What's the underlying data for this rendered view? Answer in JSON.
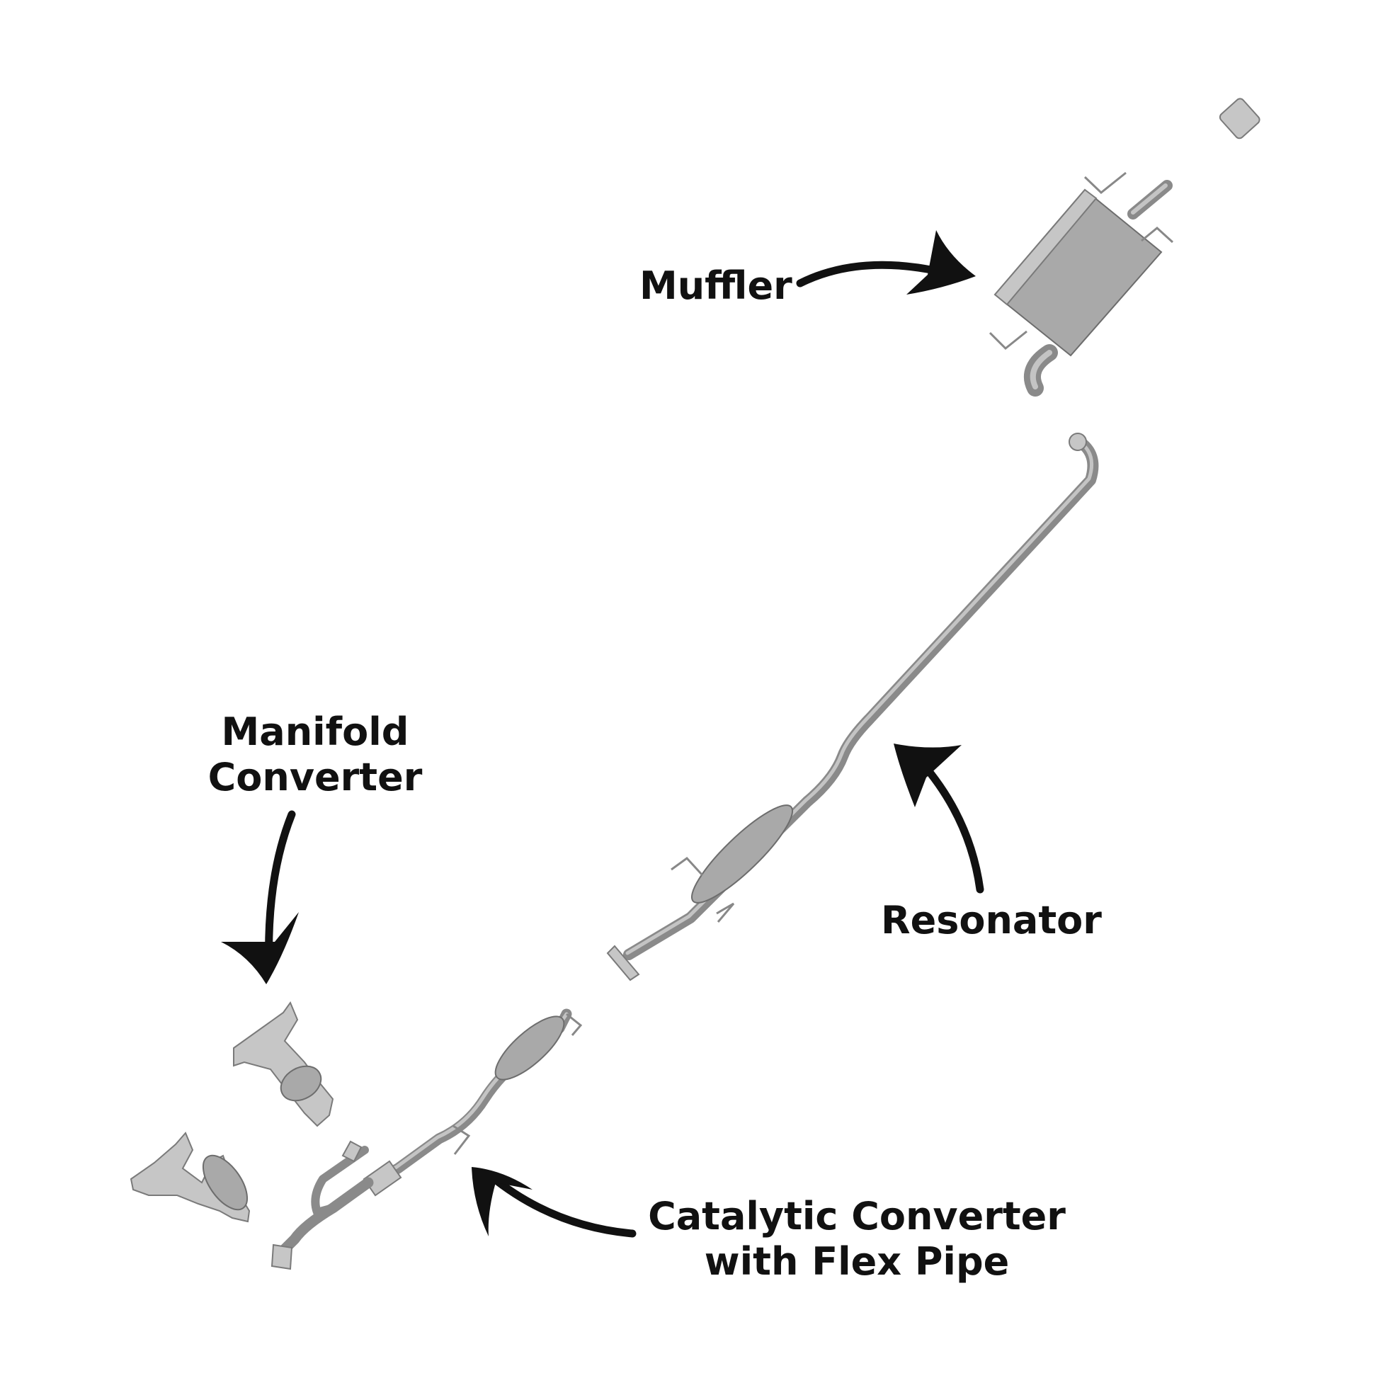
{
  "labels": {
    "muffler": "Muffler",
    "manifold_line1": "Manifold",
    "manifold_line2": "Converter",
    "resonator": "Resonator",
    "catalytic_line1": "Catalytic Converter",
    "catalytic_line2": "with Flex Pipe"
  },
  "colors": {
    "label_text": "#111111",
    "part_fill": "#a9a9a9",
    "part_stroke": "#6d6d6d",
    "arrow": "#111111"
  }
}
